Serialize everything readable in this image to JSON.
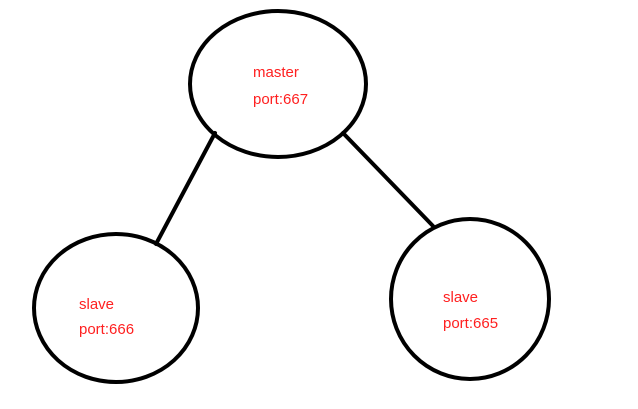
{
  "colors": {
    "text": "#ff2020",
    "stroke": "#000000",
    "background": "#ffffff"
  },
  "nodes": {
    "master": {
      "role": "master",
      "port": "port:667"
    },
    "slave_left": {
      "role": "slave",
      "port": "port:666"
    },
    "slave_right": {
      "role": "slave",
      "port": "port:665"
    }
  },
  "edges": [
    {
      "from": "master",
      "to": "slave_left"
    },
    {
      "from": "master",
      "to": "slave_right"
    }
  ]
}
